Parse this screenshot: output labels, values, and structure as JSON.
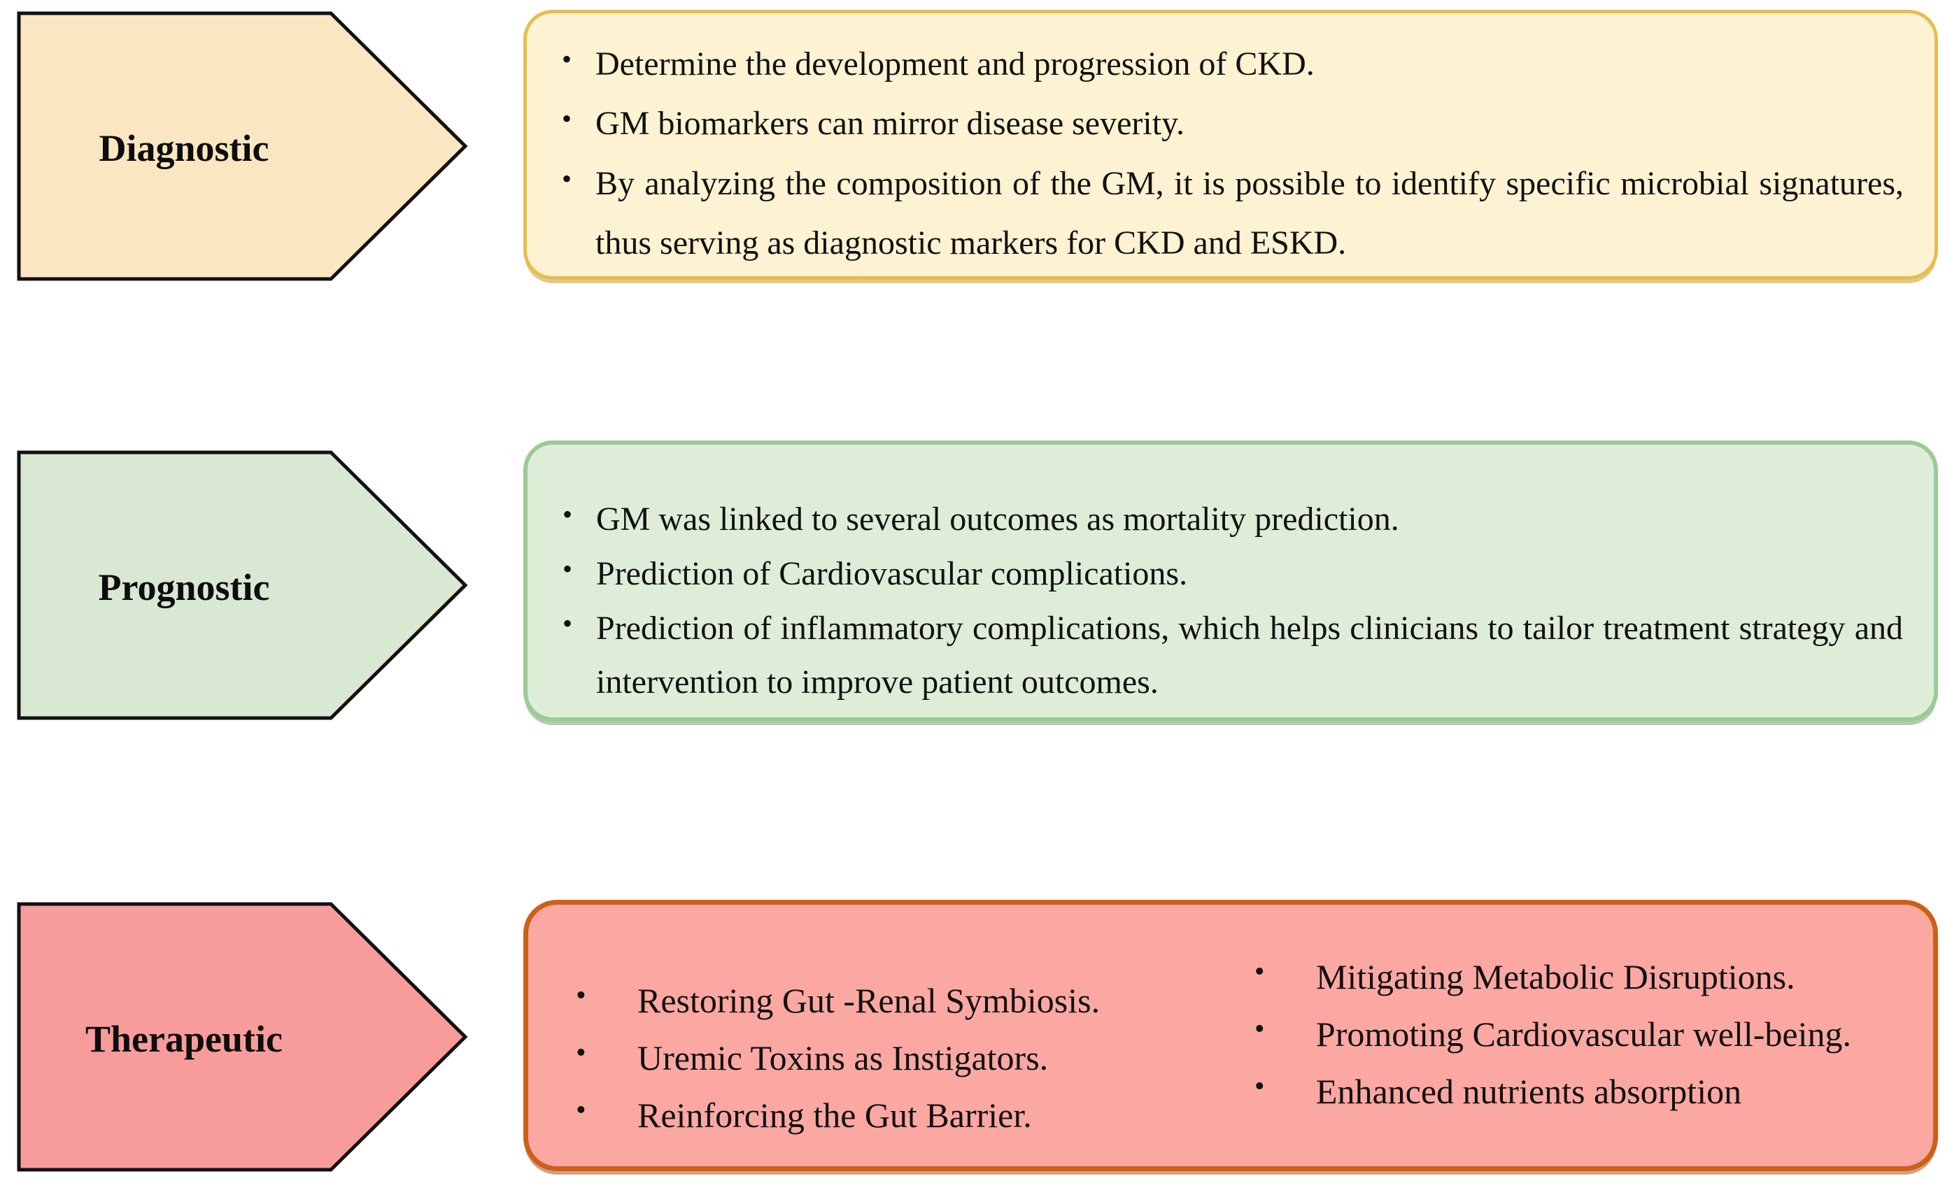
{
  "figure": {
    "bullet_glyph": "•",
    "sections": [
      {
        "label": "Diagnostic",
        "colors": {
          "arrow_fill": "#FAE6C0",
          "arrow_stroke": "#111111",
          "box_fill": "#FDF2D1",
          "box_border": "#E8BC4D"
        },
        "bullets": [
          "Determine the development and progression of CKD.",
          "GM biomarkers can mirror disease severity.",
          "By analyzing the composition of the GM, it is possible to identify specific microbial signatures, thus serving as diagnostic markers for CKD and ESKD."
        ]
      },
      {
        "label": "Prognostic",
        "colors": {
          "arrow_fill": "#D8E8D2",
          "arrow_stroke": "#111111",
          "box_fill": "#DEEDD8",
          "box_border": "#9CCA96"
        },
        "bullets": [
          "GM was linked to several outcomes as mortality prediction.",
          "Prediction of Cardiovascular complications.",
          "Prediction of inflammatory complications, which helps clinicians to tailor treatment strategy and intervention to improve patient outcomes."
        ]
      },
      {
        "label": "Therapeutic",
        "colors": {
          "arrow_fill": "#F89C9B",
          "arrow_stroke": "#111111",
          "box_fill": "#FBA8A3",
          "box_border": "#CF5E17"
        },
        "bullets_left": [
          "Restoring Gut -Renal Symbiosis.",
          "Uremic Toxins as Instigators.",
          "Reinforcing the Gut Barrier."
        ],
        "bullets_right": [
          "Mitigating Metabolic Disruptions.",
          "Promoting Cardiovascular well-being.",
          "Enhanced nutrients absorption"
        ]
      }
    ]
  }
}
